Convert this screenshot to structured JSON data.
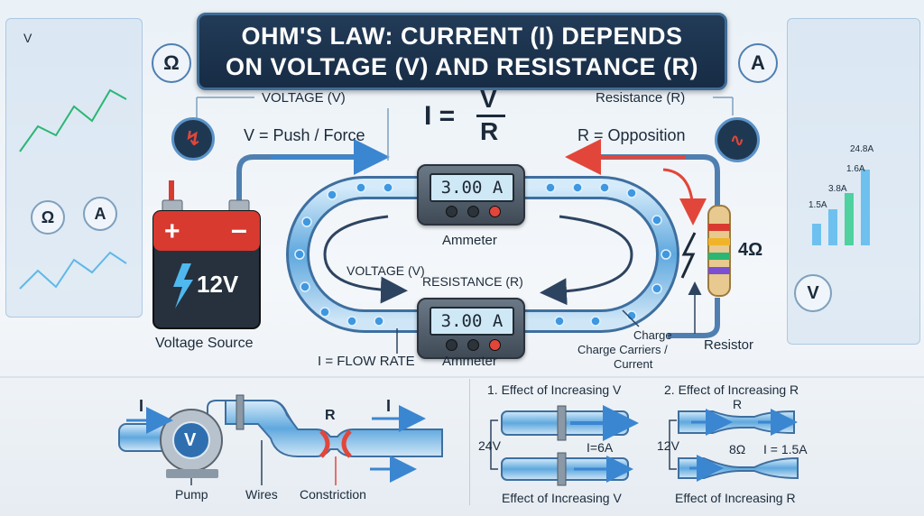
{
  "title": {
    "line1": "OHM'S LAW: CURRENT (I) DEPENDS",
    "line2": "ON VOLTAGE (V) AND RESISTANCE (R)"
  },
  "formula": {
    "lhs": "I =",
    "numerator": "V",
    "denominator": "R"
  },
  "voltage_section": {
    "heading": "VOLTAGE (V)",
    "description": "V = Push / Force"
  },
  "resistance_section": {
    "heading": "Resistance (R)",
    "description": "R = Opposition"
  },
  "battery": {
    "plus": "+",
    "minus": "–",
    "value": "12V",
    "caption": "Voltage Source"
  },
  "ammeter_top": {
    "reading": "3.00 A",
    "caption": "Ammeter"
  },
  "ammeter_bottom": {
    "reading": "3.00 A",
    "caption": "Ammeter"
  },
  "loop_labels": {
    "voltage": "VOLTAGE (V)",
    "resistance": "RESISTANCE (R)",
    "flow_rate": "I = FLOW RATE",
    "charge": "Charge",
    "charge_carriers_1": "Charge Carriers /",
    "charge_carriers_2": "Current"
  },
  "resistor": {
    "value": "4Ω",
    "caption": "Resistor"
  },
  "side_badges": {
    "ohm": "Ω",
    "amp": "A",
    "volt": "V"
  },
  "left_panel": {
    "letter": "V"
  },
  "right_panel": {
    "values": [
      "24.8A",
      "1.6A",
      "3.8A",
      "1.5A"
    ]
  },
  "analogy": {
    "flow_left": "I",
    "flow_right": "I",
    "constriction_mark": "R",
    "pump_letter": "V",
    "pump_label": "Pump",
    "wires_label": "Wires",
    "constriction_label": "Constriction"
  },
  "effect_v": {
    "heading": "1. Effect of Increasing V",
    "voltage": "24V",
    "current": "I=6A",
    "caption": "Effect of Increasing V"
  },
  "effect_r": {
    "heading": "2. Effect of Increasing R",
    "mark": "R",
    "voltage": "12V",
    "resistance": "8Ω",
    "current": "I = 1.5A",
    "caption": "Effect of Increasing R"
  },
  "colors": {
    "title_bg": "#1e3550",
    "wire": "#5b92c9",
    "battery_red": "#d83a30",
    "accent_red": "#e2463a"
  }
}
